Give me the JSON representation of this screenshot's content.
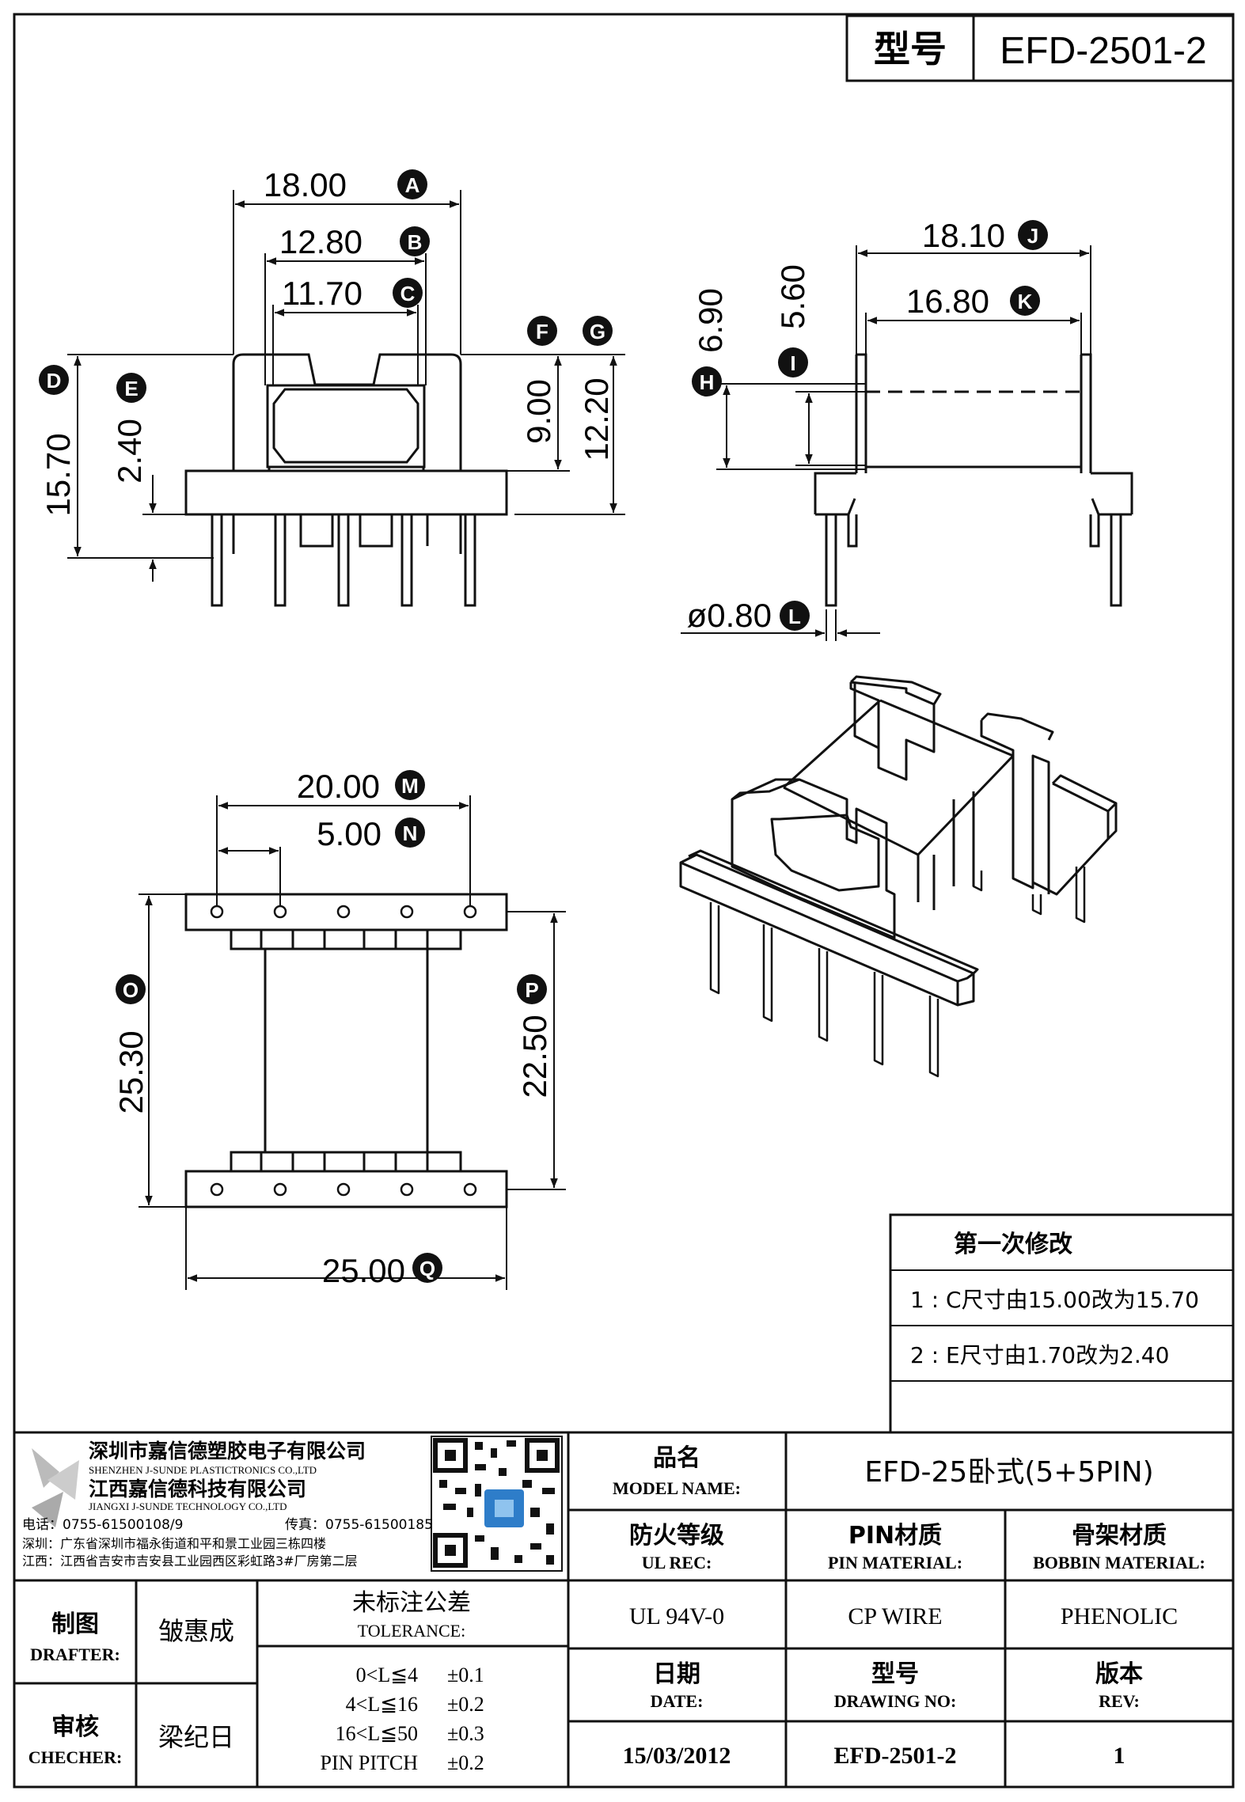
{
  "title_block": {
    "model_label": "型号",
    "model_value": "EFD-2501-2"
  },
  "dims": {
    "A": {
      "value": "18.00",
      "letter": "A"
    },
    "B": {
      "value": "12.80",
      "letter": "B"
    },
    "C": {
      "value": "11.70",
      "letter": "C"
    },
    "D": {
      "value": "15.70",
      "letter": "D"
    },
    "E": {
      "value": "2.40",
      "letter": "E"
    },
    "F": {
      "value": "9.00",
      "letter": "F"
    },
    "G": {
      "value": "12.20",
      "letter": "G"
    },
    "H": {
      "value": "6.90",
      "letter": "H"
    },
    "I": {
      "value": "5.60",
      "letter": "I"
    },
    "J": {
      "value": "18.10",
      "letter": "J"
    },
    "K": {
      "value": "16.80",
      "letter": "K"
    },
    "L": {
      "value": "ø0.80",
      "letter": "L"
    },
    "M": {
      "value": "20.00",
      "letter": "M"
    },
    "N": {
      "value": "5.00",
      "letter": "N"
    },
    "O": {
      "value": "25.30",
      "letter": "O"
    },
    "P": {
      "value": "22.50",
      "letter": "P"
    },
    "Q": {
      "value": "25.00",
      "letter": "Q"
    }
  },
  "revision": {
    "title": "第一次修改",
    "items": [
      "1 : C尺寸由15.00改为15.70",
      "2 : E尺寸由1.70改为2.40"
    ]
  },
  "company": {
    "name_cn_1": "深圳市嘉信德塑胶电子有限公司",
    "name_en_1": "SHENZHEN J-SUNDE PLASTICTRONICS CO.,LTD",
    "name_cn_2": "江西嘉信德科技有限公司",
    "name_en_2": "JIANGXI J-SUNDE TECHNOLOGY CO.,LTD",
    "phone": "电话：0755-61500108/9",
    "fax": "传真：0755-61500185",
    "addr_sz": "深圳：广东省深圳市福永街道和平和景工业园三栋四楼",
    "addr_jx": "江西：江西省吉安市吉安县工业园西区彩虹路3#厂房第二层"
  },
  "title_table": {
    "model_name_cn": "品名",
    "model_name_en": "MODEL NAME:",
    "model_name_value": "EFD-25卧式(5+5PIN)",
    "ul_cn": "防火等级",
    "ul_en": "UL REC:",
    "pin_cn": "PIN材质",
    "pin_en": "PIN MATERIAL:",
    "bobbin_cn": "骨架材质",
    "bobbin_en": "BOBBIN MATERIAL:",
    "ul_value": "UL 94V-0",
    "pin_value": "CP WIRE",
    "bobbin_value": "PHENOLIC",
    "date_cn": "日期",
    "date_en": "DATE:",
    "drawing_cn": "型号",
    "drawing_en": "DRAWING NO:",
    "rev_cn": "版本",
    "rev_en": "REV:",
    "date_value": "15/03/2012",
    "drawing_value": "EFD-2501-2",
    "rev_value": "1",
    "drafter_cn": "制图",
    "drafter_en": "DRAFTER:",
    "drafter_name": "皱惠成",
    "checker_cn": "审核",
    "checker_en": "CHECHER:",
    "checker_name": "梁纪日",
    "tolerance_cn": "未标注公差",
    "tolerance_en": "TOLERANCE:",
    "tolerances": [
      {
        "range": "0<L≦4",
        "value": "±0.1"
      },
      {
        "range": "4<L≦16",
        "value": "±0.2"
      },
      {
        "range": "16<L≦50",
        "value": "±0.3"
      },
      {
        "range": "PIN PITCH",
        "value": "±0.2"
      }
    ]
  }
}
